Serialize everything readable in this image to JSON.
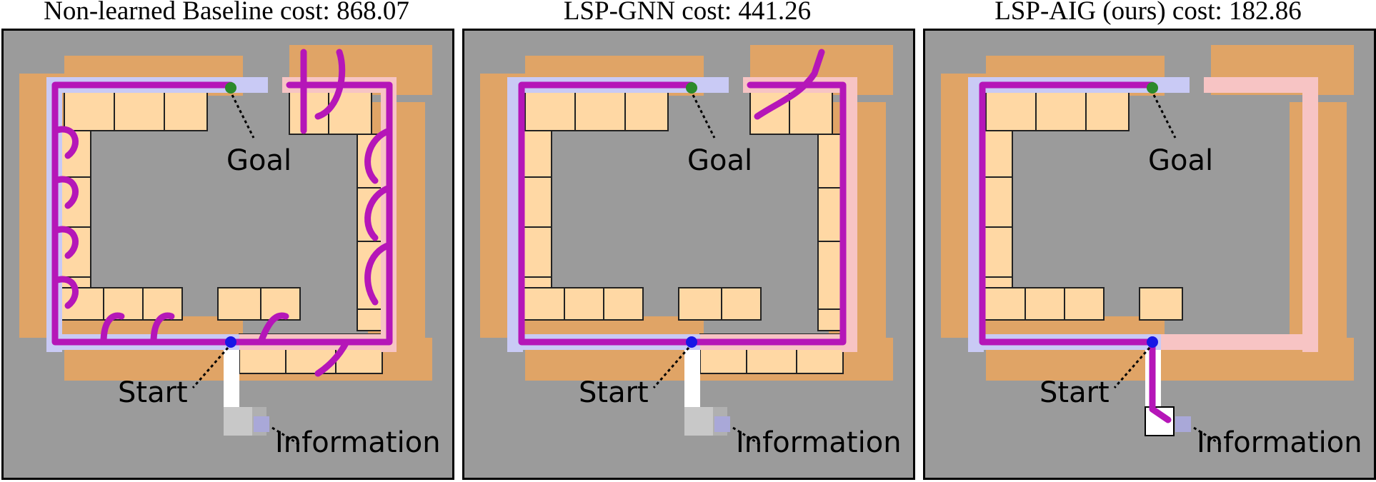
{
  "panels": [
    {
      "id": "baseline",
      "title": "Non-learned Baseline cost: 868.07",
      "labels": {
        "goal": "Goal",
        "start": "Start",
        "information": "Information"
      }
    },
    {
      "id": "gnn",
      "title": "LSP-GNN cost: 441.26",
      "labels": {
        "goal": "Goal",
        "start": "Start",
        "information": "Information"
      }
    },
    {
      "id": "aig",
      "title": "LSP-AIG (ours) cost: 182.86",
      "labels": {
        "goal": "Goal",
        "start": "Start",
        "information": "Information"
      }
    }
  ],
  "colors": {
    "background": "#9b9b9b",
    "building": "#e0a466",
    "room": "#ffd8a4",
    "known_hall": "#c9caf5",
    "unknown_hall": "#f7c4c4",
    "spur": "#ffffff",
    "trajectory": "#b516b8",
    "start_marker": "#1717e6",
    "goal_marker": "#2b8a2b",
    "info_cell": "#a9a8d8"
  }
}
